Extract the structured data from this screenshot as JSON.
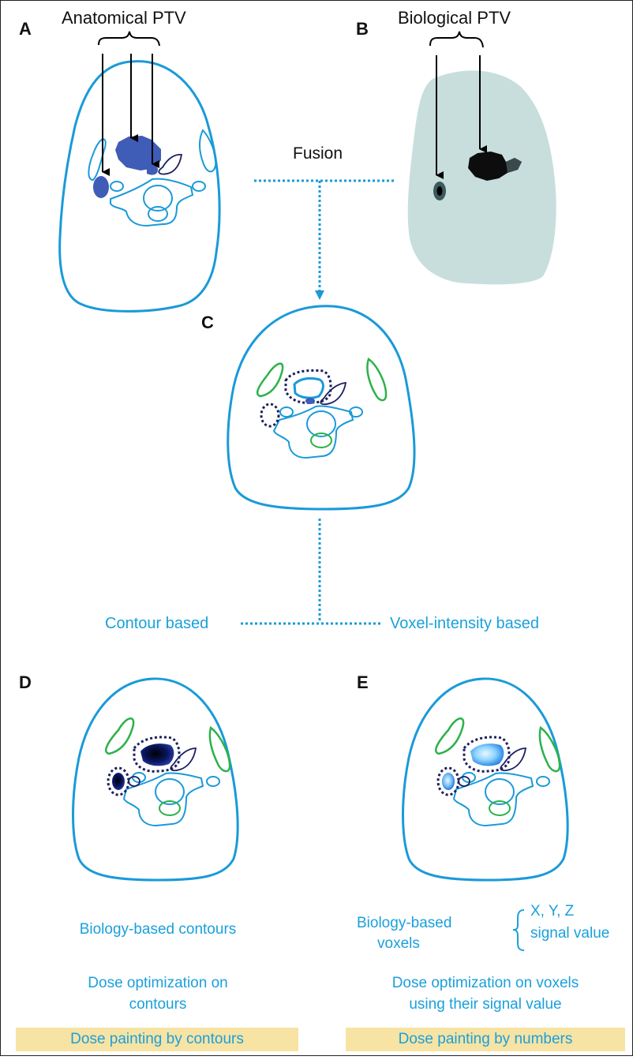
{
  "panels": {
    "A": {
      "label": "A",
      "title": "Anatomical PTV"
    },
    "B": {
      "label": "B",
      "title": "Biological PTV"
    },
    "C": {
      "label": "C"
    },
    "D": {
      "label": "D"
    },
    "E": {
      "label": "E"
    }
  },
  "fusion_label": "Fusion",
  "branch": {
    "left": "Contour based",
    "right": "Voxel-intensity based"
  },
  "left_column": {
    "caption": "Biology-based contours",
    "method": [
      "Dose optimization on",
      "contours"
    ],
    "banner": "Dose painting by contours"
  },
  "right_column": {
    "caption": [
      "Biology-based",
      "voxels"
    ],
    "voxel_info": [
      "X, Y, Z",
      "signal value"
    ],
    "method": [
      "Dose optimization on voxels",
      "using their signal value"
    ],
    "banner": "Dose painting by numbers"
  },
  "colors": {
    "outline": "#1a9ad9",
    "tumor_fill": "#3f5cb7",
    "normal_tissue": "#2bb24a",
    "dark_contour": "#1b1f5e",
    "pet_background": "#c8dedd",
    "banner": "#f7e3a3",
    "text_blue": "#1aa0dc"
  }
}
